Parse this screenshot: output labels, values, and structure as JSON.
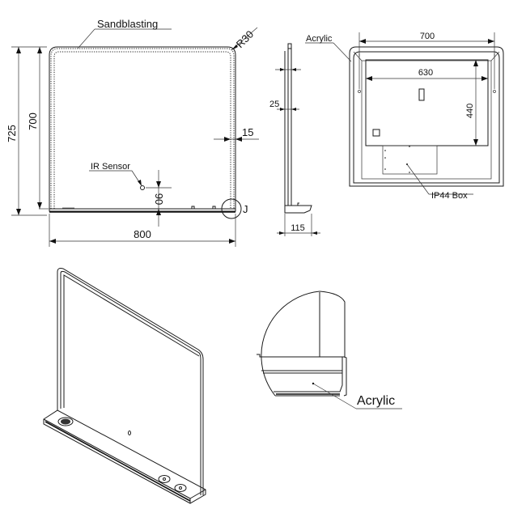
{
  "front_view": {
    "sandblasting_label": "Sandblasting",
    "radius_label": "R30",
    "height_total": "725",
    "height_mirror": "700",
    "border_width": "15",
    "ir_sensor_label": "IR Sensor",
    "sensor_offset": "90",
    "width_total": "800",
    "detail_ref": "J"
  },
  "side_view": {
    "thickness_label": "25",
    "shelf_depth": "115"
  },
  "rear_view": {
    "acrylic_label": "Acrylic",
    "width_outer": "700",
    "hatch_width": "630",
    "hatch_height": "440",
    "box_label": "IP44  Box"
  },
  "detail_view": {
    "acrylic_label": "Acrylic"
  }
}
